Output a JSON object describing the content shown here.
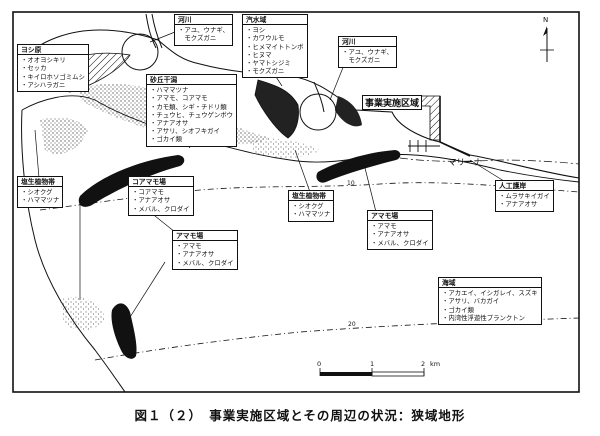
{
  "caption": "図１（２）　事業実施区域とその周辺の状況：狭域地形",
  "labels": {
    "project_area": "事業実施区域",
    "marina": "マリーナ",
    "scale_unit": "km",
    "scale_0": "0",
    "scale_1": "1",
    "scale_2": "2",
    "contour_10": "10",
    "contour_20": "20",
    "north": "N"
  },
  "boxes": {
    "kawa1": {
      "title": "河川",
      "items": [
        "・アユ、ウナギ、",
        "　モクズガニ"
      ]
    },
    "kisui": {
      "title": "汽水域",
      "items": [
        "・ヨシ",
        "・カワウルモ",
        "・ヒメマイトトンボ",
        "・ヒヌマ",
        "・ヤマトシジミ",
        "・モクズガニ"
      ]
    },
    "kawa2": {
      "title": "河川",
      "items": [
        "・アユ、ウナギ、",
        "　モクズガニ"
      ]
    },
    "yoshi": {
      "title": "ヨシ原",
      "items": [
        "・オオヨシキリ",
        "・セッカ",
        "・キイロホソゴミムシ",
        "・アシハラガニ"
      ]
    },
    "sakyu": {
      "title": "砂丘干潟",
      "items": [
        "・ハママツナ",
        "・アマモ、コアマモ",
        "・カモ類、シギ・チドリ類",
        "・チュウヒ、チュウゲンボウ",
        "・アナアオサ",
        "・アサリ、シオフキガイ",
        "・ゴカイ類"
      ]
    },
    "enseil": {
      "title": "塩生植物帯",
      "items": [
        "・シオクグ",
        "・ハママツナ"
      ]
    },
    "koamamo": {
      "title": "コアマモ場",
      "items": [
        "・コアマモ",
        "・アナアオサ",
        "・メバル、クロダイ"
      ]
    },
    "enseim": {
      "title": "塩生植物帯",
      "items": [
        "・シオクグ",
        "・ハママツナ"
      ]
    },
    "amamo_r": {
      "title": "アマモ場",
      "items": [
        "・アマモ",
        "・アナアオサ",
        "・メバル、クロダイ"
      ]
    },
    "jinko": {
      "title": "人工護岸",
      "items": [
        "・ムラサキイガイ",
        "・アナアオサ"
      ]
    },
    "amamo_l": {
      "title": "アマモ場",
      "items": [
        "・アマモ",
        "・アナアオサ",
        "・メバル、クロダイ"
      ]
    },
    "kaiiki": {
      "title": "海域",
      "items": [
        "・アカエイ、イシガレイ、スズキ",
        "・アサリ、バカガイ",
        "・ゴカイ類",
        "・内湾性浮遊性プランクトン"
      ]
    }
  }
}
